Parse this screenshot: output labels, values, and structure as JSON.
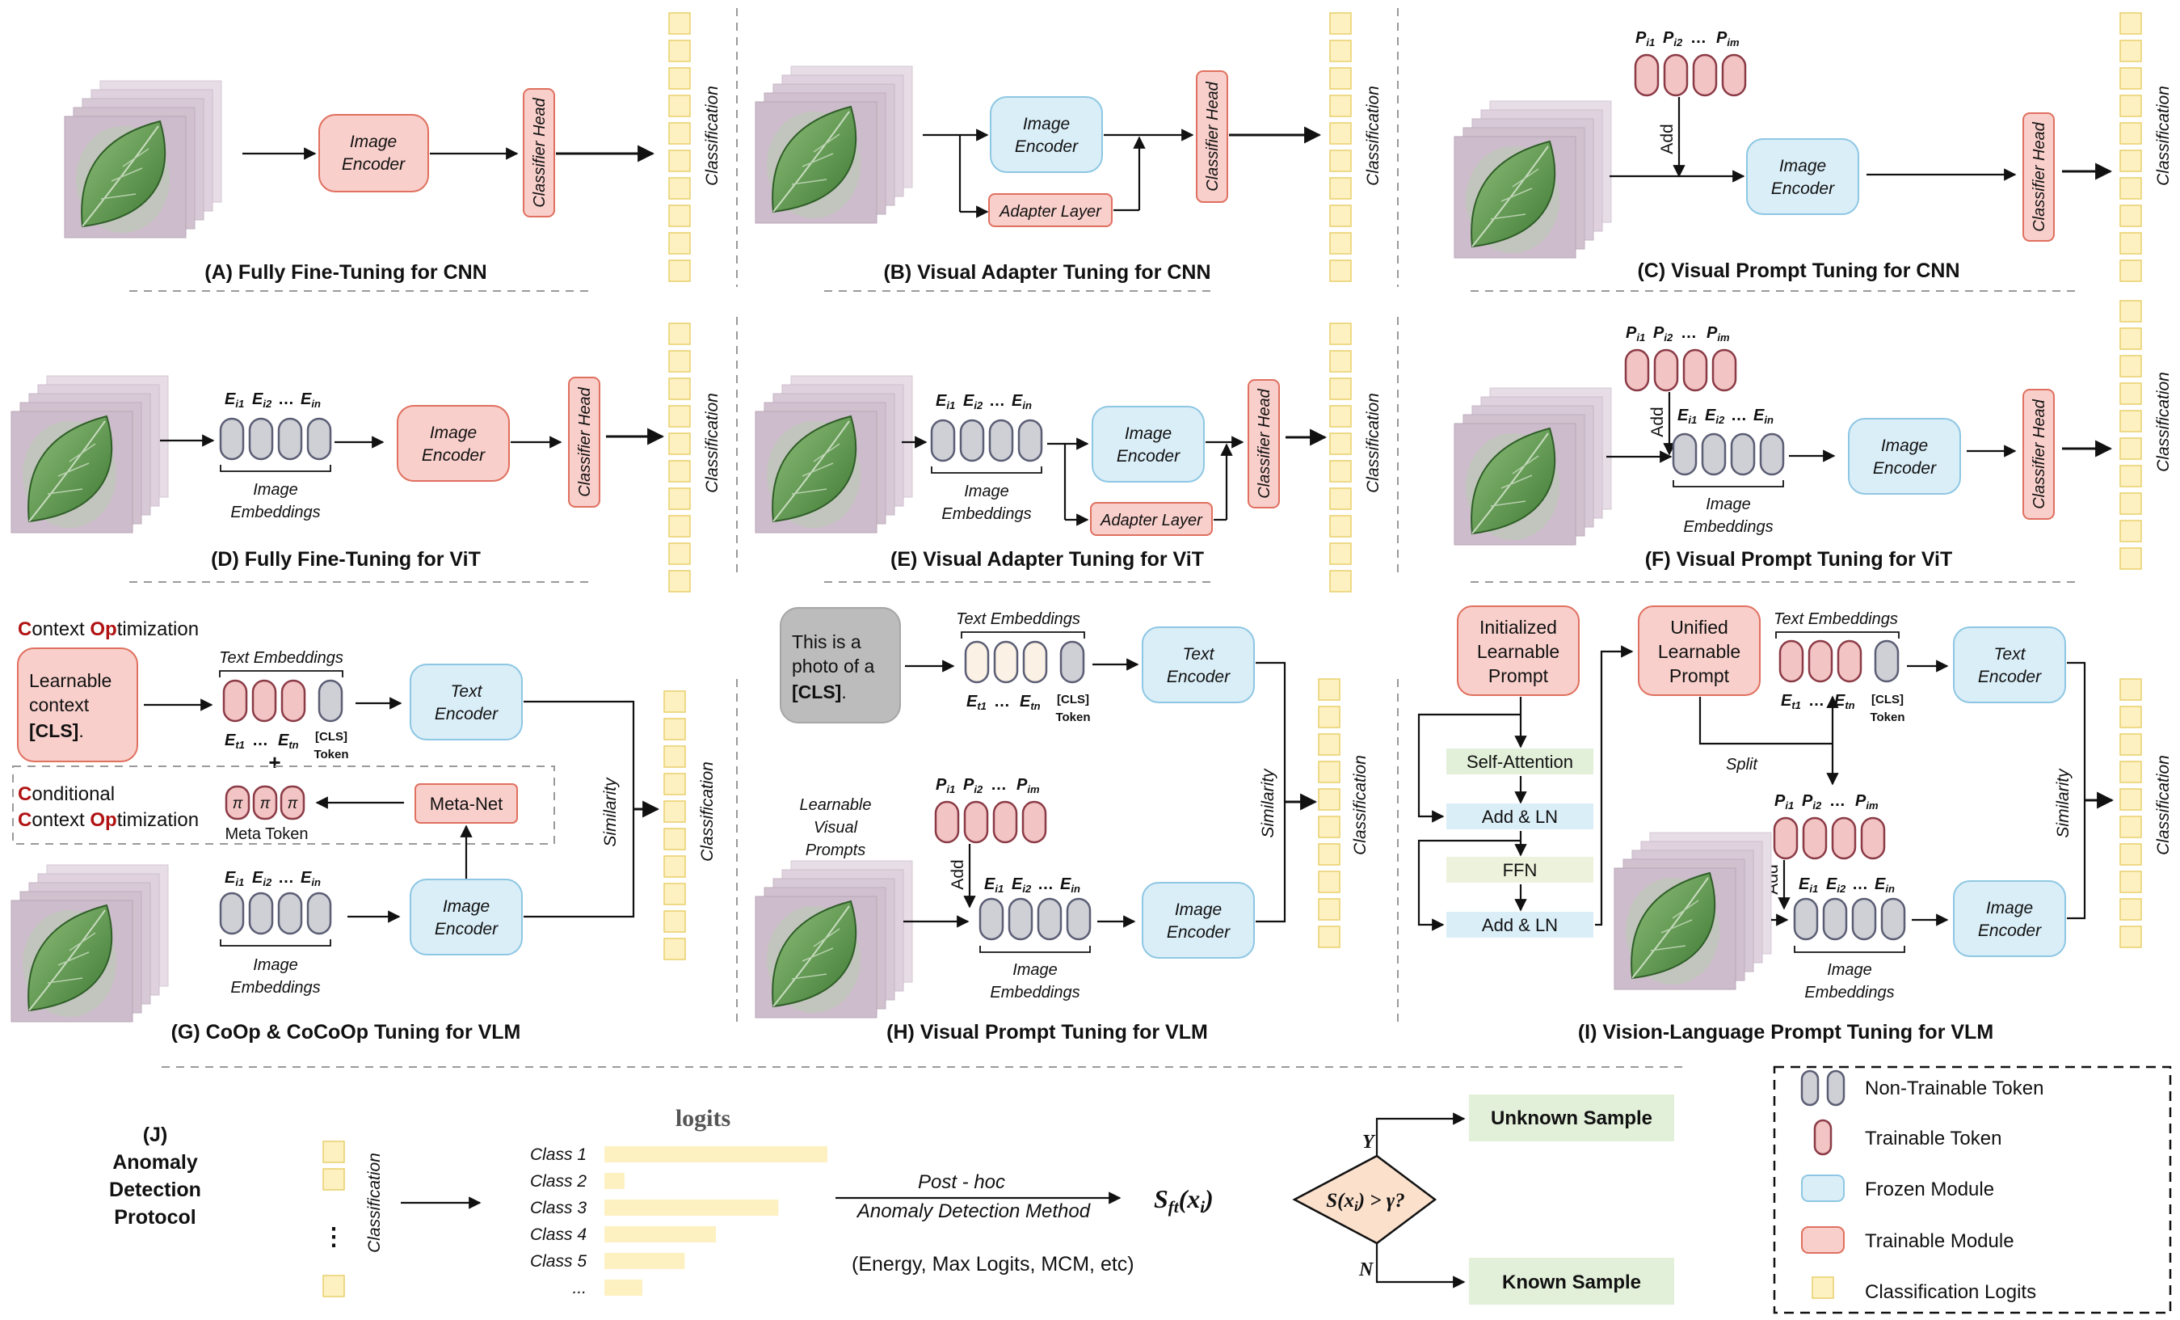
{
  "panels": {
    "a": {
      "caption": "(A) Fully Fine-Tuning for CNN"
    },
    "b": {
      "caption": "(B) Visual Adapter Tuning for CNN"
    },
    "c": {
      "caption": "(C) Visual Prompt Tuning for CNN"
    },
    "d": {
      "caption": "(D) Fully Fine-Tuning for ViT"
    },
    "e": {
      "caption": "(E) Visual Adapter Tuning for ViT"
    },
    "f": {
      "caption": "(F) Visual Prompt Tuning for ViT"
    },
    "g": {
      "caption": "(G) CoOp & CoCoOp Tuning for VLM"
    },
    "h": {
      "caption": "(H) Visual Prompt Tuning for VLM"
    },
    "i": {
      "caption": "(I) Vision-Language Prompt Tuning for VLM"
    }
  },
  "labels": {
    "image_encoder_1": "Image",
    "image_encoder_2": "Encoder",
    "text_encoder_1": "Text",
    "text_encoder_2": "Encoder",
    "classifier_head": "Classifier Head",
    "classification": "Classification",
    "adapter_layer": "Adapter Layer",
    "add": "Add",
    "image_embeddings_1": "Image",
    "image_embeddings_2": "Embeddings",
    "text_embeddings": "Text Embeddings",
    "similarity": "Similarity",
    "cls_token_1": "[CLS]",
    "cls_token_2": "Token",
    "meta_net": "Meta-Net",
    "meta_token": "Meta Token",
    "pi": "π",
    "dots": "…",
    "split": "Split"
  },
  "tokens": {
    "e_img": [
      "E",
      "i1",
      "E",
      "i2",
      "E",
      "in"
    ],
    "e_txt": [
      "E",
      "t1",
      "E",
      "tn"
    ],
    "p": [
      "P",
      "i1",
      "P",
      "i2",
      "P",
      "im"
    ]
  },
  "coop": {
    "title_c": "C",
    "title_ontext": "ontext ",
    "title_op": "Op",
    "title_timization": "timization",
    "learnable_1": "Learnable",
    "learnable_2": "context",
    "learnable_3": "[CLS]",
    "learnable_3b": ".",
    "cond_c": "C",
    "cond_onditional": "onditional",
    "plus": "+"
  },
  "vpt_vlm": {
    "prompt_1": "This is a",
    "prompt_2": "photo of a",
    "prompt_3": "[CLS]",
    "prompt_3b": ".",
    "lvp_1": "Learnable",
    "lvp_2": "Visual",
    "lvp_3": "Prompts"
  },
  "vl": {
    "init_1": "Initialized",
    "init_2": "Learnable",
    "init_3": "Prompt",
    "unified_1": "Unified",
    "unified_2": "Learnable",
    "unified_3": "Prompt",
    "self_attention": "Self-Attention",
    "add_ln": "Add & LN",
    "ffn": "FFN"
  },
  "anomaly": {
    "title_1": "(J)",
    "title_2": "Anomaly",
    "title_3": "Detection",
    "title_4": "Protocol",
    "logits_title": "logits",
    "classes": [
      {
        "name": "Class 1",
        "value": 1.0
      },
      {
        "name": "Class 2",
        "value": 0.09
      },
      {
        "name": "Class 3",
        "value": 0.78
      },
      {
        "name": "Class 4",
        "value": 0.5
      },
      {
        "name": "Class 5",
        "value": 0.36
      },
      {
        "name": "...",
        "value": 0.17
      }
    ],
    "method_1": "Post - hoc",
    "method_2": "Anomaly Detection Method",
    "score": "S",
    "score_sub": "ft",
    "score_arg": "(x",
    "score_arg_sub": "i",
    "score_close": ")",
    "methods_list": "(Energy, Max Logits, MCM, etc)",
    "cond_s": "S(x",
    "cond_sub": "i",
    "cond_rest": ") > γ?",
    "yes": "Y",
    "no": "N",
    "unknown": "Unknown Sample",
    "known": "Known Sample",
    "vdots": "⋮"
  },
  "legend": [
    {
      "kind": "frozen-token",
      "label": "Non-Trainable Token"
    },
    {
      "kind": "train-token",
      "label": "Trainable Token"
    },
    {
      "kind": "frozen-module",
      "label": "Frozen Module"
    },
    {
      "kind": "train-module",
      "label": "Trainable Module"
    },
    {
      "kind": "logits",
      "label": "Classification Logits"
    }
  ],
  "colors": {
    "frozen_fill": "#daeef8",
    "frozen_stroke": "#8ec7e3",
    "train_fill": "#f8cfcb",
    "train_stroke": "#e0705f",
    "token_frozen_fill": "#cfd0d6",
    "token_frozen_stroke": "#5b5e74",
    "token_train_fill": "#f3c4c4",
    "token_train_stroke": "#8b3b46",
    "logit_fill": "#fdf1c2",
    "logit_stroke": "#e8cf6a",
    "green_fill": "#e2efd9",
    "accent_red": "#b11212",
    "gray_prompt": "#bcbcbc"
  }
}
